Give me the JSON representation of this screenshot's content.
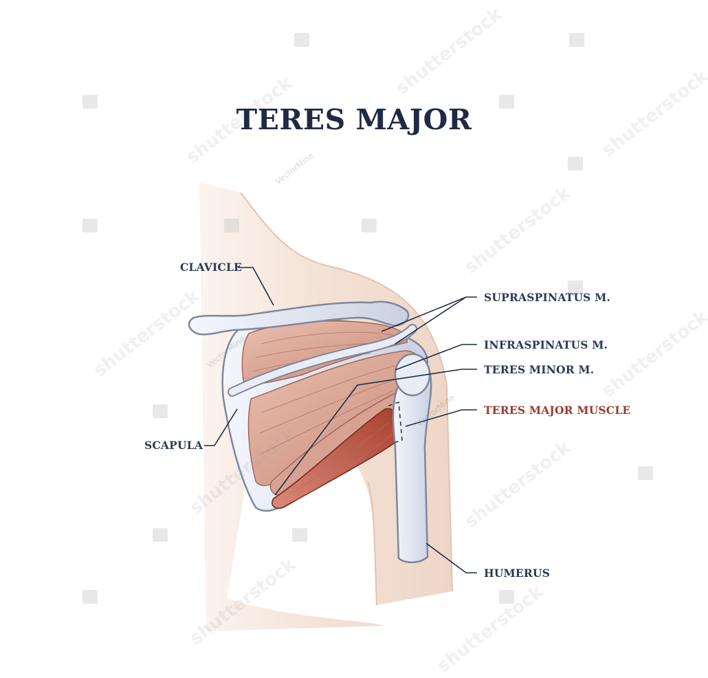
{
  "title": "TERES MAJOR",
  "labels": {
    "clavicle": "CLAVICLE",
    "scapula": "SCAPULA",
    "supraspinatus": "SUPRASPINATUS M.",
    "infraspinatus": "INFRASPINATUS M.",
    "teres_minor": "TERES MINOR M.",
    "teres_major": "TERES MAJOR MUSCLE",
    "humerus": "HUMERUS"
  },
  "watermark": {
    "stock": "shutterstock",
    "author": "VectorMine"
  },
  "colors": {
    "title": "#1f2a44",
    "label": "#2b3a55",
    "highlight_label": "#9a3b2a",
    "skin": "#f1ddcf",
    "muscle": "#c98a78",
    "teres_major_muscle": "#b5503e",
    "bone": "#e3e8f2"
  }
}
